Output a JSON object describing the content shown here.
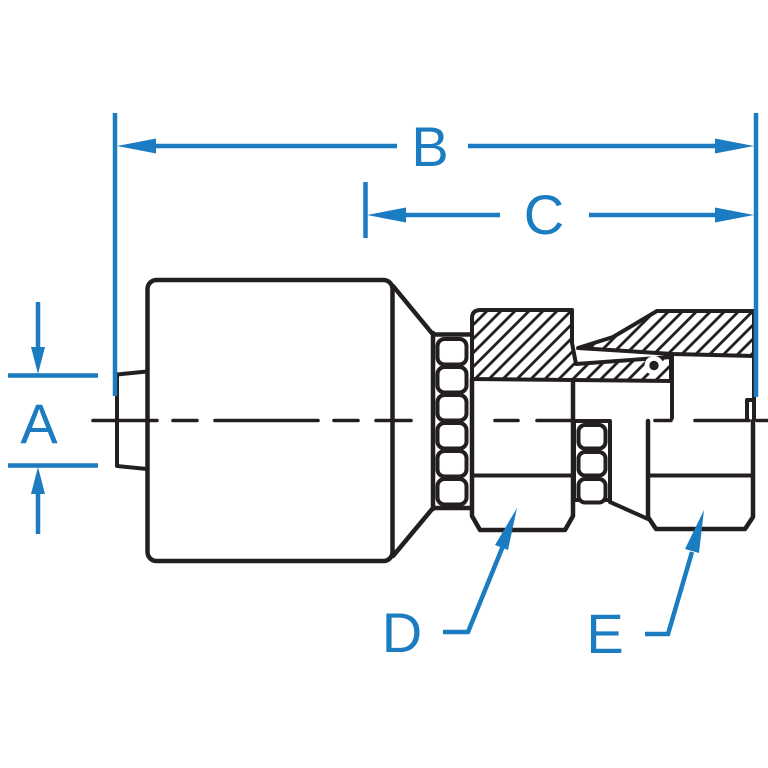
{
  "diagram": {
    "labels": {
      "a": "A",
      "b": "B",
      "c": "C",
      "d": "D",
      "e": "E"
    },
    "colors": {
      "dimension_blue": "#1b7cc1",
      "line_black": "#231f20",
      "background": "#ffffff"
    }
  }
}
